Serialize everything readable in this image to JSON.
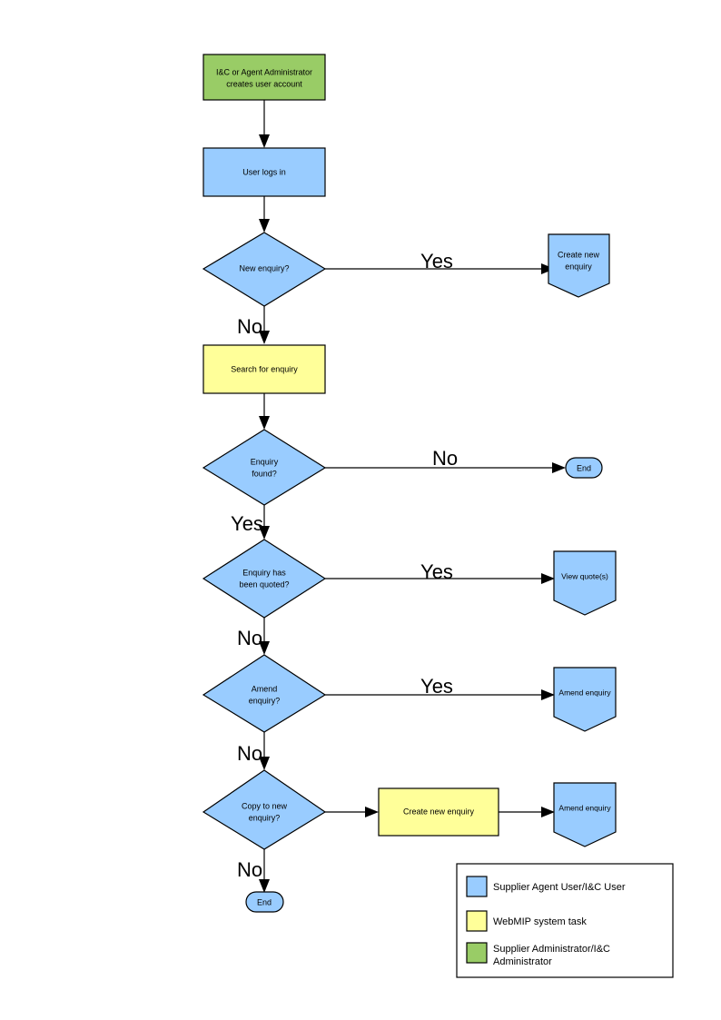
{
  "diagram": {
    "title": "WebMIP enquiry process flowchart",
    "colors": {
      "process_blue": "#99CCFF",
      "system_yellow": "#FFFF99",
      "admin_green": "#99CC66",
      "stroke": "#000000",
      "background": "#FFFFFF"
    },
    "nodes": [
      {
        "id": "n1",
        "shape": "rectangle",
        "fill": "admin_green",
        "lines": [
          "I&C or Agent Administrator",
          "creates user account"
        ]
      },
      {
        "id": "n2",
        "shape": "rectangle",
        "fill": "process_blue",
        "lines": [
          "User logs in"
        ]
      },
      {
        "id": "n3",
        "shape": "diamond",
        "fill": "process_blue",
        "lines": [
          "New enquiry?"
        ]
      },
      {
        "id": "n4",
        "shape": "pentagon",
        "fill": "process_blue",
        "lines": [
          "Create new",
          "enquiry"
        ]
      },
      {
        "id": "n5",
        "shape": "rectangle",
        "fill": "system_yellow",
        "lines": [
          "Search for enquiry"
        ]
      },
      {
        "id": "n6",
        "shape": "diamond",
        "fill": "process_blue",
        "lines": [
          "Enquiry",
          "found?"
        ]
      },
      {
        "id": "n7",
        "shape": "stadium",
        "fill": "process_blue",
        "lines": [
          "End"
        ]
      },
      {
        "id": "n8",
        "shape": "diamond",
        "fill": "process_blue",
        "lines": [
          "Enquiry has",
          "been quoted?"
        ]
      },
      {
        "id": "n9",
        "shape": "pentagon",
        "fill": "process_blue",
        "lines": [
          "View quote(s)"
        ]
      },
      {
        "id": "n10",
        "shape": "diamond",
        "fill": "process_blue",
        "lines": [
          "Amend",
          "enquiry?"
        ]
      },
      {
        "id": "n11",
        "shape": "pentagon",
        "fill": "process_blue",
        "lines": [
          "Amend enquiry"
        ]
      },
      {
        "id": "n12",
        "shape": "diamond",
        "fill": "process_blue",
        "lines": [
          "Copy to new",
          "enquiry?"
        ]
      },
      {
        "id": "n13",
        "shape": "rectangle",
        "fill": "system_yellow",
        "lines": [
          "Create new enquiry"
        ]
      },
      {
        "id": "n14",
        "shape": "pentagon",
        "fill": "process_blue",
        "lines": [
          "Amend enquiry"
        ]
      },
      {
        "id": "n15",
        "shape": "stadium",
        "fill": "process_blue",
        "lines": [
          "End"
        ]
      }
    ],
    "edge_labels": {
      "new_enquiry_yes": "Yes",
      "new_enquiry_no": "No",
      "enquiry_found_no": "No",
      "enquiry_found_yes": "Yes",
      "quoted_yes": "Yes",
      "quoted_no": "No",
      "amend_yes": "Yes",
      "amend_no": "No",
      "copy_no": "No"
    },
    "node_text": {
      "n1_l1": "I&C or Agent Administrator",
      "n1_l2": "creates user account",
      "n2_l1": "User logs in",
      "n3_l1": "New enquiry?",
      "n4_l1": "Create new",
      "n4_l2": "enquiry",
      "n5_l1": "Search for enquiry",
      "n6_l1": "Enquiry",
      "n6_l2": "found?",
      "n7_l1": "End",
      "n8_l1": "Enquiry has",
      "n8_l2": "been quoted?",
      "n9_l1": "View quote(s)",
      "n10_l1": "Amend",
      "n10_l2": "enquiry?",
      "n11_l1": "Amend enquiry",
      "n12_l1": "Copy to new",
      "n12_l2": "enquiry?",
      "n13_l1": "Create new enquiry",
      "n14_l1": "Amend enquiry",
      "n15_l1": "End"
    }
  },
  "legend": {
    "items": [
      {
        "swatch": "#99CCFF",
        "label_l1": "Supplier Agent User/I&C User",
        "label_l2": ""
      },
      {
        "swatch": "#FFFF99",
        "label_l1": "WebMIP system task",
        "label_l2": ""
      },
      {
        "swatch": "#99CC66",
        "label_l1": "Supplier Administrator/I&C",
        "label_l2": "Administrator"
      }
    ]
  }
}
